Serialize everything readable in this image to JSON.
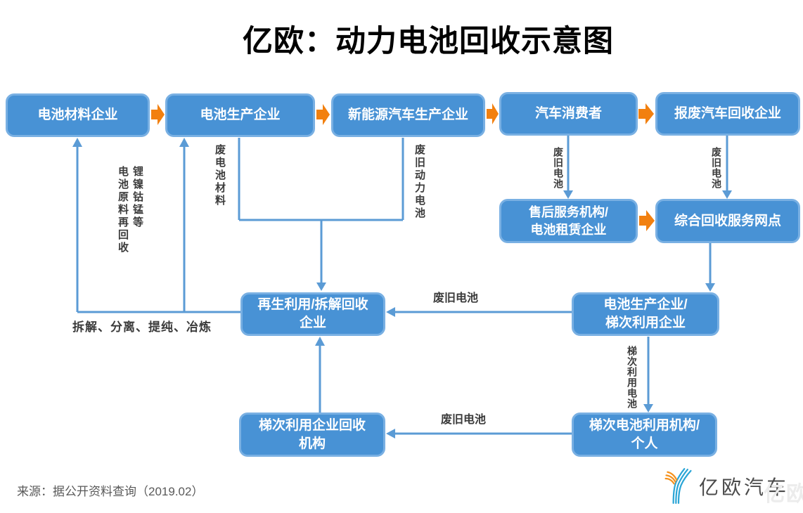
{
  "title": "亿欧：动力电池回收示意图",
  "source_note": "来源：据公开资料查询（2019.02）",
  "colors": {
    "box_fill": "#4892D5",
    "box_border": "#79B0E3",
    "connector": "#5B9BD5",
    "arrow_orange": "#F2800F",
    "label_text": "#3B3B3B",
    "box_text": "#FFFFFF",
    "source_text": "#595959",
    "title_text": "#000000",
    "logo_blue": "#2AA5D6",
    "logo_orange": "#F5921E"
  },
  "nodes": {
    "battery_material": "电池材料企业",
    "battery_producer": "电池生产企业",
    "nev_producer": "新能源汽车生产企业",
    "car_consumer": "汽车消费者",
    "scrap_car_recycler": "报废汽车回收企业",
    "after_sales_leasing": "售后服务机构/\n电池租赁企业",
    "recycle_network": "综合回收服务网点",
    "recycling_dismantling": "再生利用/拆解回收\n企业",
    "producer_echelon": "电池生产企业/\n梯次利用企业",
    "echelon_recycle_org": "梯次利用企业回收\n机构",
    "echelon_user": "梯次电池利用机构/\n个人"
  },
  "edge_labels": {
    "raw_material_recycle": "锂镍钴锰等\n电池原料再回收",
    "waste_battery_material": "废电池材料",
    "waste_power_battery": "废旧动力电池",
    "waste_battery_from_consumer": "废旧电池",
    "waste_battery_from_scrap": "废旧电池",
    "waste_battery_to_recycler": "废旧电池",
    "waste_battery_to_echelon_org": "废旧电池",
    "echelon_battery": "梯次利用电池",
    "process_steps": "拆解、分离、提纯、冶炼"
  },
  "logo": {
    "brand": "亿欧汽车",
    "watermark": "亿欧"
  }
}
